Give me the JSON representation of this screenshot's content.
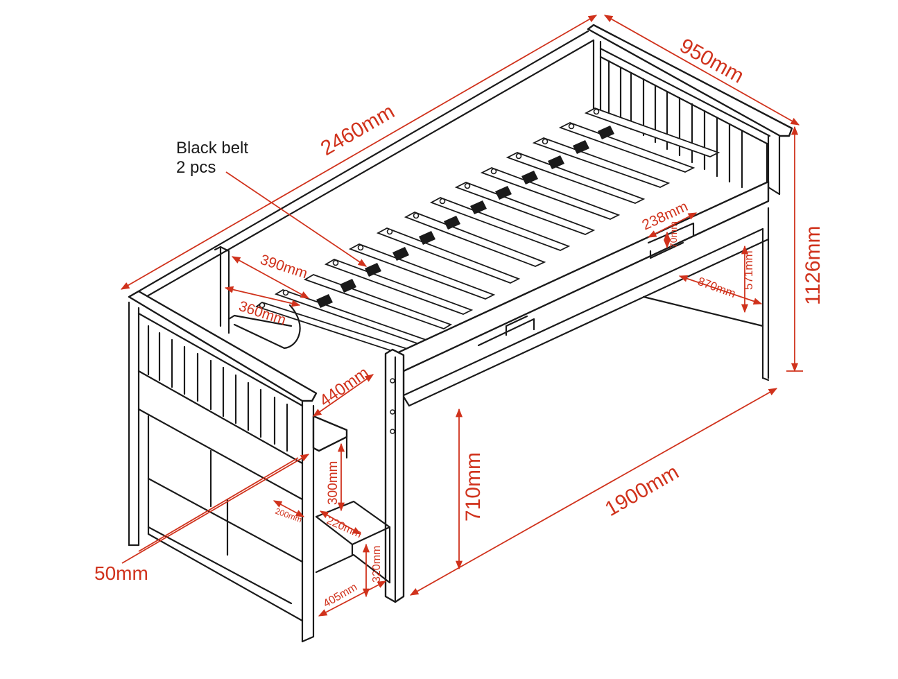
{
  "colors": {
    "line": "#1a1a1a",
    "dimension": "#d0321c",
    "belt": "#1a1a1a",
    "background": "#ffffff"
  },
  "note": {
    "line1": "Black belt",
    "line2": "2 pcs"
  },
  "dimensions": {
    "overall_length": "2460mm",
    "width": "950mm",
    "height": "1126mm",
    "ladder_width": "390mm",
    "ladder_opening": "360mm",
    "end_panel_gap": "238mm",
    "end_panel_small": "70mm",
    "rail_height": "571mm",
    "end_depth": "870mm",
    "under_clearance": "710mm",
    "underbed_length": "1900mm",
    "step_width": "440mm",
    "step_rise": "300mm",
    "cube_width": "200mm",
    "step_depth": "220mm",
    "bottom_rise": "320mm",
    "bottom_depth": "405mm",
    "thickness": "50mm"
  }
}
